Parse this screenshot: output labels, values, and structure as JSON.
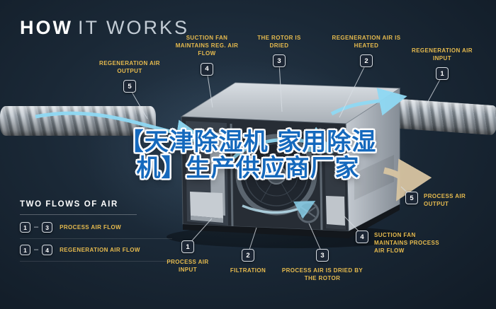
{
  "title": {
    "bold": "HOW",
    "light": "IT WORKS"
  },
  "watermark": {
    "line1": "【天津除湿机  家用除湿",
    "line2": "机】生产供应商厂家"
  },
  "top_callouts": [
    {
      "num": "5",
      "label": "REGENERATION AIR OUTPUT"
    },
    {
      "num": "4",
      "label": "SUCTION FAN MAINTAINS REG. AIR FLOW"
    },
    {
      "num": "3",
      "label": "THE ROTOR IS DRIED"
    },
    {
      "num": "2",
      "label": "REGENERATION AIR IS HEATED"
    },
    {
      "num": "1",
      "label": "REGENERATION AIR INPUT"
    }
  ],
  "bottom_callouts": [
    {
      "num": "1",
      "label": "PROCESS AIR INPUT"
    },
    {
      "num": "2",
      "label": "FILTRATION"
    },
    {
      "num": "3",
      "label": "PROCESS AIR IS DRIED BY THE ROTOR"
    },
    {
      "num": "4",
      "label": "SUCTION FAN MAINTAINS PROCESS AIR FLOW"
    },
    {
      "num": "5",
      "label": "PROCESS AIR OUTPUT"
    }
  ],
  "legend": {
    "heading": "TWO FLOWS OF AIR",
    "items": [
      {
        "from": "1",
        "separator": "–",
        "to": "3",
        "label": "PROCESS AIR FLOW"
      },
      {
        "from": "1",
        "separator": "–",
        "to": "4",
        "label": "REGENERATION AIR FLOW"
      }
    ]
  },
  "colors": {
    "background": "#1a2836",
    "accent_yellow": "#e7bb4e",
    "watermark_blue": "#1569bd",
    "flow_blue": "#8fd9f4",
    "regen_tan": "#d8c5a2"
  }
}
